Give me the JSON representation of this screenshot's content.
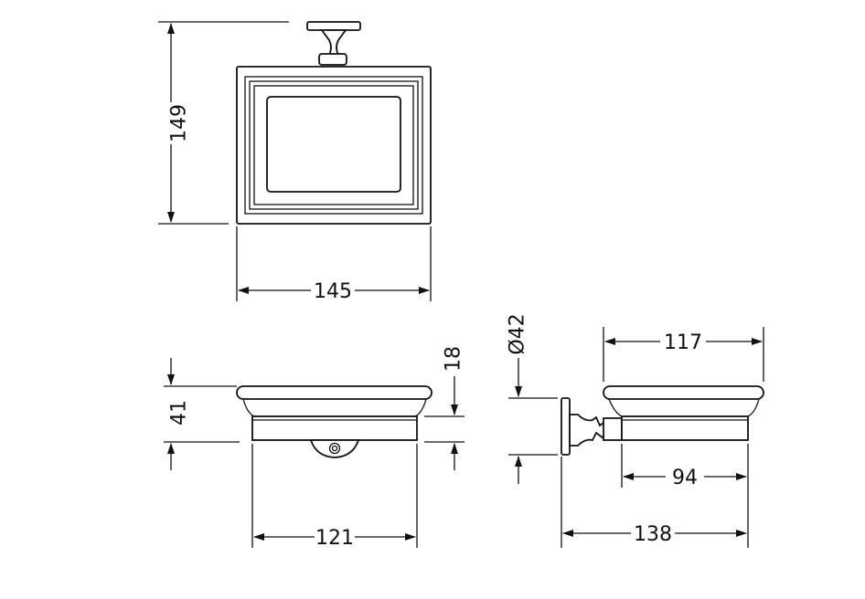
{
  "colors": {
    "line": "#111111",
    "background": "#ffffff"
  },
  "dimensions": {
    "top_height": "149",
    "top_width": "145",
    "front_height": "41",
    "front_depth": "18",
    "front_width": "121",
    "side_diameter": "Ø42",
    "side_top_width": "117",
    "side_inner_width": "94",
    "side_overall_width": "138"
  }
}
